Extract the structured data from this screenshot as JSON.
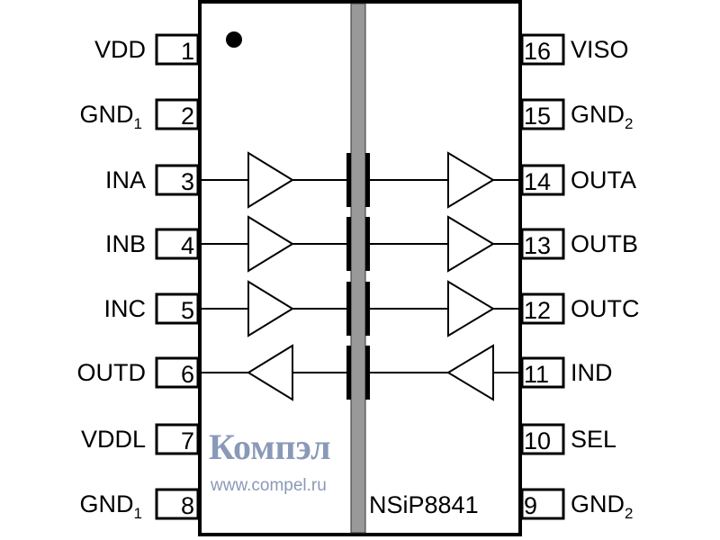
{
  "chip": {
    "part_number": "NSiP8841",
    "pin1_marker": "dot",
    "isolation_barrier_color": "#999999"
  },
  "pins_left": [
    {
      "num": "1",
      "label": "VDD",
      "sub": ""
    },
    {
      "num": "2",
      "label": "GND",
      "sub": "1"
    },
    {
      "num": "3",
      "label": "INA",
      "sub": ""
    },
    {
      "num": "4",
      "label": "INB",
      "sub": ""
    },
    {
      "num": "5",
      "label": "INC",
      "sub": ""
    },
    {
      "num": "6",
      "label": "OUTD",
      "sub": ""
    },
    {
      "num": "7",
      "label": "VDDL",
      "sub": ""
    },
    {
      "num": "8",
      "label": "GND",
      "sub": "1"
    }
  ],
  "pins_right": [
    {
      "num": "16",
      "label": "VISO",
      "sub": ""
    },
    {
      "num": "15",
      "label": "GND",
      "sub": "2"
    },
    {
      "num": "14",
      "label": "OUTA",
      "sub": ""
    },
    {
      "num": "13",
      "label": "OUTB",
      "sub": ""
    },
    {
      "num": "12",
      "label": "OUTC",
      "sub": ""
    },
    {
      "num": "11",
      "label": "IND",
      "sub": ""
    },
    {
      "num": "10",
      "label": "SEL",
      "sub": ""
    },
    {
      "num": "9",
      "label": "GND",
      "sub": "2"
    }
  ],
  "channels": [
    {
      "from": "INA",
      "to": "OUTA",
      "direction": "left-to-right"
    },
    {
      "from": "INB",
      "to": "OUTB",
      "direction": "left-to-right"
    },
    {
      "from": "INC",
      "to": "OUTC",
      "direction": "left-to-right"
    },
    {
      "from": "IND",
      "to": "OUTD",
      "direction": "right-to-left"
    }
  ],
  "watermark": {
    "logo": "Компэл",
    "url": "www.compel.ru"
  }
}
